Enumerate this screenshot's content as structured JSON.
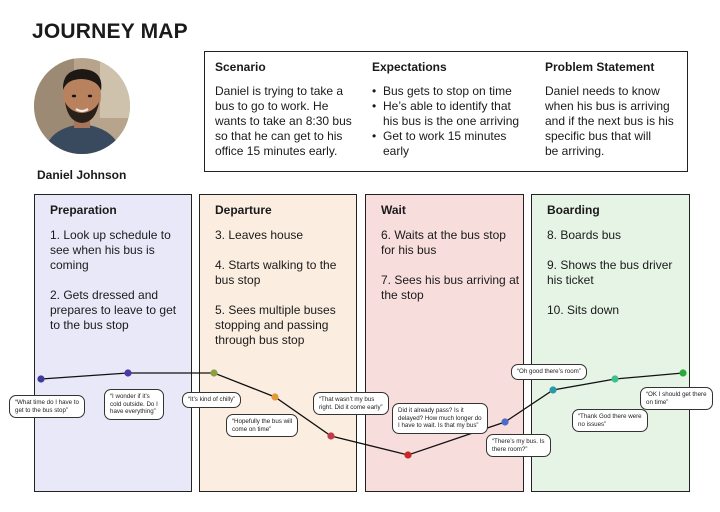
{
  "title": "JOURNEY MAP",
  "persona": {
    "name": "Daniel Johnson",
    "avatar_icon": "person-portrait-icon"
  },
  "scenario": {
    "heading": "Scenario",
    "lines": [
      "Daniel is trying to take a",
      "bus to go to work. He",
      "wants to take an 8:30 bus",
      "so that he can get to his",
      "office 15 minutes early."
    ]
  },
  "expectations": {
    "heading": "Expectations",
    "items": [
      [
        "Bus gets to stop on time"
      ],
      [
        "He’s able to identify that",
        "his bus is the one arriving"
      ],
      [
        "Get to work 15 minutes",
        "early"
      ]
    ]
  },
  "problem": {
    "heading": "Problem Statement",
    "lines": [
      "Daniel needs to know",
      "when his bus is arriving",
      "and if the next bus is his",
      "specific bus that will",
      "be arriving."
    ]
  },
  "stages": [
    {
      "name": "Preparation",
      "color": "#e8e8f8",
      "steps": [
        [
          "1. Look up schedule to",
          "see when his bus is",
          "coming"
        ],
        [
          "2. Gets dressed and",
          "prepares to leave to get",
          "to the bus stop"
        ]
      ]
    },
    {
      "name": "Departure",
      "color": "#fbeee0",
      "steps": [
        [
          "3. Leaves house"
        ],
        [
          "4. Starts walking to the",
          "bus stop"
        ],
        [
          "5. Sees multiple buses",
          "stopping and passing",
          "through bus stop"
        ]
      ]
    },
    {
      "name": "Wait",
      "color": "#f8dddd",
      "steps": [
        [
          "6. Waits at the bus stop",
          "for his bus"
        ],
        [
          "7. Sees his bus arriving at",
          "the stop"
        ]
      ]
    },
    {
      "name": "Boarding",
      "color": "#e6f4e5",
      "steps": [
        [
          "8. Boards bus"
        ],
        [
          "9. Shows the bus driver",
          "his ticket"
        ],
        [
          "10. Sits down"
        ]
      ]
    }
  ],
  "emotion_points": [
    {
      "color": "#3c3c9a",
      "quote": [
        "“What time do I have to",
        "get to the bus stop”"
      ]
    },
    {
      "color": "#4a3aa6",
      "quote": [
        "“I wonder if it’s",
        "cold outside. Do I",
        "have everything”"
      ]
    },
    {
      "color": "#8aa042",
      "quote": [
        "“It’s kind of chilly”"
      ]
    },
    {
      "color": "#e09a3c",
      "quote": [
        "“Hopefully the bus will",
        "come on time”"
      ]
    },
    {
      "color": "#c23a4a",
      "quote": [
        "“That wasn’t my bus",
        "right. Did it come early”"
      ]
    },
    {
      "color": "#c82828",
      "quote": [
        "Did it already pass? Is it",
        "delayed? How much longer do",
        "I have to wait. Is that my bus”"
      ]
    },
    {
      "color": "#4a6ec8",
      "quote": [
        "“There’s my bus. Is",
        "there room?”"
      ]
    },
    {
      "color": "#2a9aa8",
      "quote": [
        "“Oh good there’s room”"
      ]
    },
    {
      "color": "#3ec08a",
      "quote": [
        "“Thank God there were",
        "no issues”"
      ]
    },
    {
      "color": "#2aa83a",
      "quote": [
        "“OK I should get there",
        "on time”"
      ]
    }
  ]
}
